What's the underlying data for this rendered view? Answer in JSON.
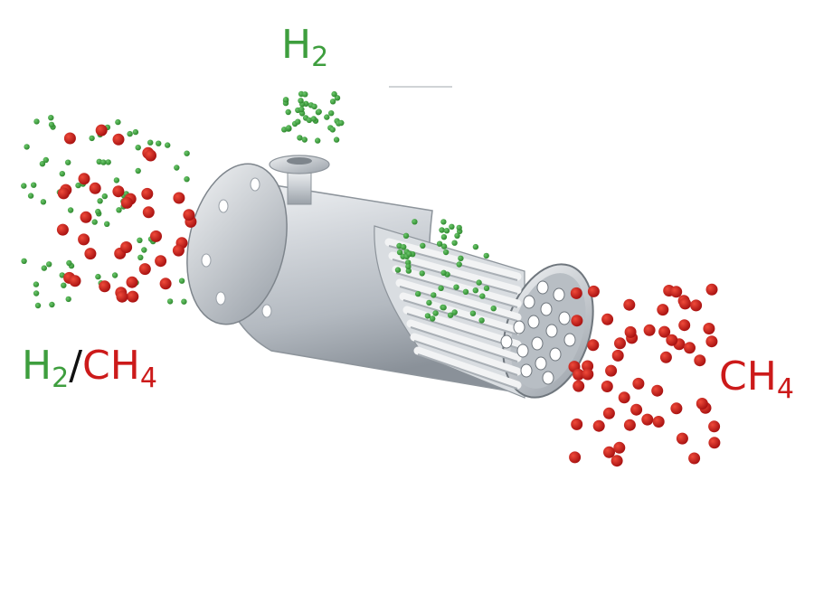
{
  "labels": {
    "permeate": {
      "main": "H",
      "sub": "2"
    },
    "feed": {
      "h2_main": "H",
      "h2_sub": "2",
      "separator": "/",
      "ch4_main": "CH",
      "ch4_sub": "4"
    },
    "retentate": {
      "main": "CH",
      "sub": "4"
    }
  },
  "colors": {
    "hydrogen": "#3e9e3e",
    "methane": "#cc1a1a",
    "separator": "#111111",
    "steel_light": "#e6e9ec",
    "steel_dark": "#8a9199"
  },
  "icons": {
    "vessel": "membrane-module-icon",
    "flange": "flange-icon",
    "tube_bundle": "hollow-fiber-bundle-icon"
  }
}
